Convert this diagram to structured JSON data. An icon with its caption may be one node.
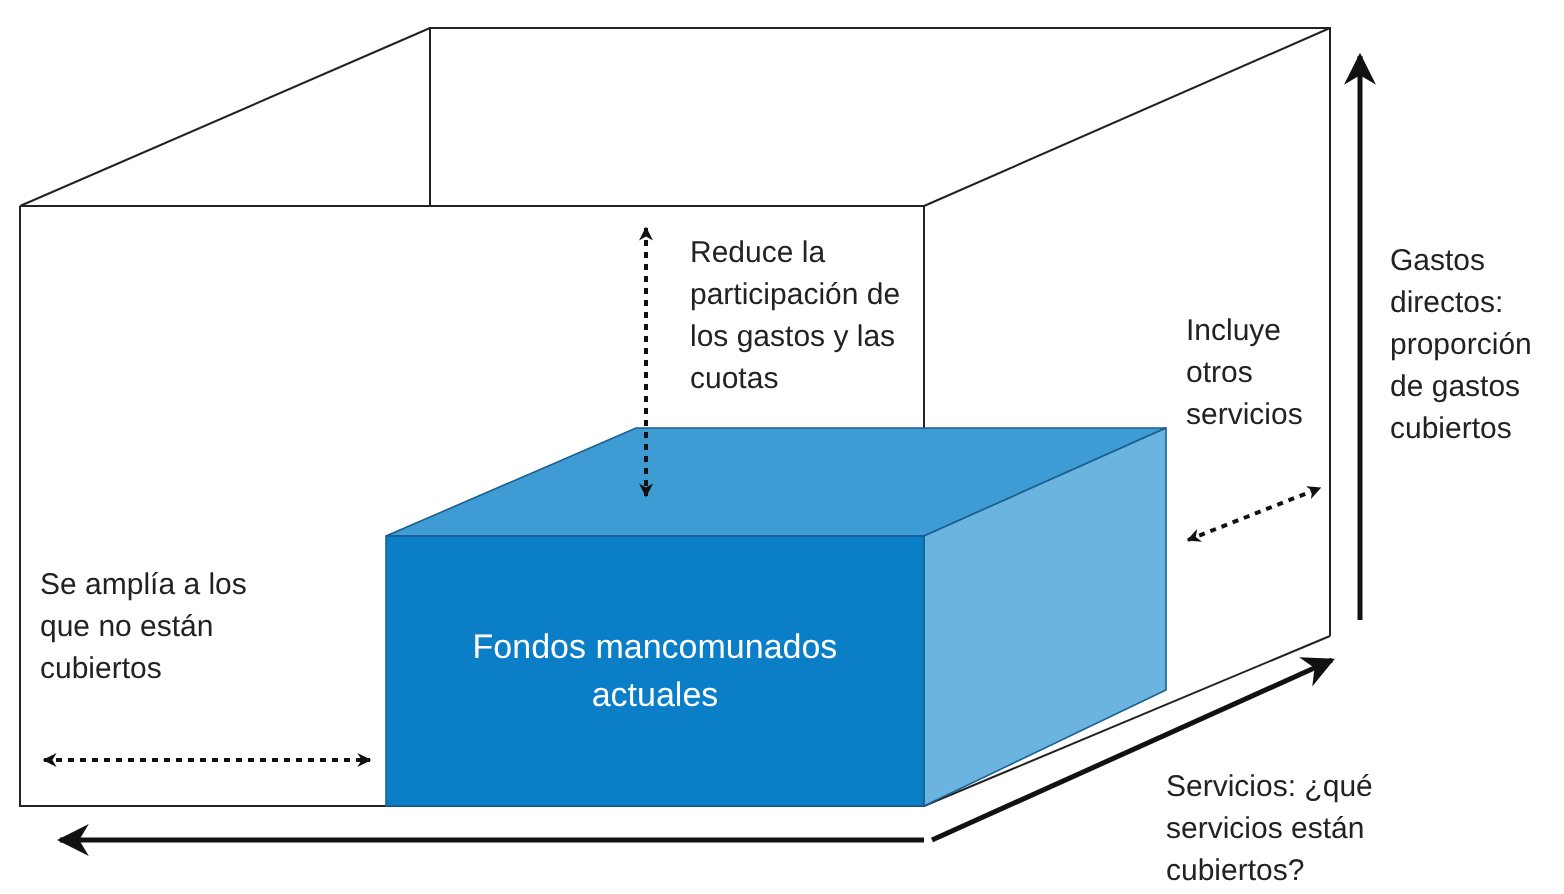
{
  "diagram": {
    "nodes": [
      {
        "text": [
          "Fondos mancomunados actuales"
        ]
      }
    ],
    "labels": [
      "Reduce la participación de los gastos y las cuotas",
      "Incluye otros servicios",
      "Gastos directos: proporción de gastos cubiertos",
      "Se amplía a los que no están cubiertos",
      "Servicios: ¿qué servicios están cubiertos?"
    ]
  }
}
